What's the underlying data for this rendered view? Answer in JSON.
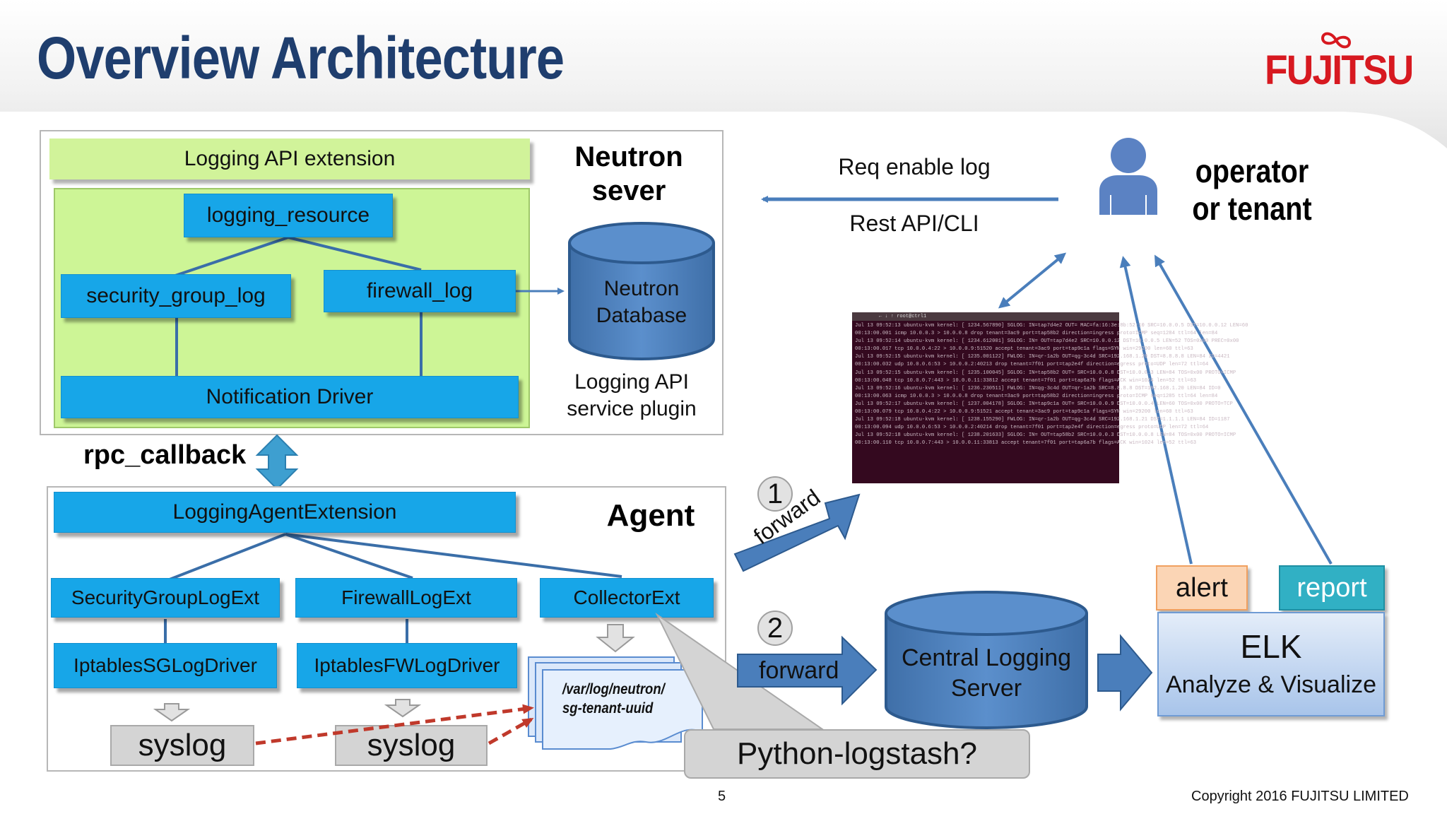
{
  "slide": {
    "title": "Overview Architecture",
    "brand": "FUJITSU",
    "page_number": "5",
    "copyright": "Copyright 2016 FUJITSU LIMITED"
  },
  "neutron_server": {
    "heading": "Neutron sever",
    "api_extension": "Logging API extension",
    "logging_resource": "logging_resource",
    "security_group_log": "security_group_log",
    "firewall_log": "firewall_log",
    "notification_driver": "Notification Driver",
    "database": "Neutron Database",
    "plugin_label": "Logging API service plugin"
  },
  "rpc_label": "rpc_callback",
  "agent": {
    "heading": "Agent",
    "extension": "LoggingAgentExtension",
    "sg_ext": "SecurityGroupLogExt",
    "fw_ext": "FirewallLogExt",
    "collector_ext": "CollectorExt",
    "sg_driver": "IptablesSGLogDriver",
    "fw_driver": "IptablesFWLogDriver",
    "syslog_1": "syslog",
    "syslog_2": "syslog",
    "file_path": "/var/log/neutron/ sg-tenant-uuid"
  },
  "request": {
    "label": "Req enable log",
    "method": "Rest API/CLI"
  },
  "user": {
    "label": "operator or tenant"
  },
  "flows": [
    {
      "number": "1",
      "label": "forward"
    },
    {
      "number": "2",
      "label": "forward"
    }
  ],
  "central_logging": "Central Logging Server",
  "elk": {
    "title": "ELK",
    "subtitle": "Analyze & Visualize",
    "alert": "alert",
    "report": "report"
  },
  "callout": "Python-logstash?",
  "terminal": {
    "title": "← ↓ ↑ root@ctrl1",
    "lines": [
      "Jul 13 09:52:13 ubuntu-kvm kernel: [ 1234.567890] SGLOG: IN=tap7d4e2 OUT= MAC=fa:16:3e:8b:52:10 SRC=10.0.0.5 DST=10.0.0.12 LEN=60",
      "00:13:00.001 icmp 10.0.0.3 > 10.0.0.8 drop tenant=3ac9 port=tap58b2 direction=ingress proto=ICMP seq=1284 ttl=64 len=84",
      "Jul 13 09:52:14 ubuntu-kvm kernel: [ 1234.612001] SGLOG: IN= OUT=tap7d4e2 SRC=10.0.0.12 DST=10.0.0.5 LEN=52 TOS=0x00 PREC=0x00",
      "00:13:00.017 tcp 10.0.0.4:22 > 10.0.0.9:51520 accept tenant=3ac9 port=tap9c1a flags=SYN win=29200 len=60 ttl=63",
      "Jul 13 09:52:15 ubuntu-kvm kernel: [ 1235.001122] FWLOG: IN=qr-1a2b OUT=qg-3c4d SRC=192.168.1.20 DST=8.8.8.8 LEN=84 ID=4421",
      "00:13:00.032 udp 10.0.0.6:53 > 10.0.0.2:40213 drop tenant=7f01 port=tap2e4f direction=egress proto=UDP len=72 ttl=64",
      "Jul 13 09:52:15 ubuntu-kvm kernel: [ 1235.100045] SGLOG: IN=tap58b2 OUT= SRC=10.0.0.8 DST=10.0.0.3 LEN=84 TOS=0x00 PROTO=ICMP",
      "00:13:00.048 tcp 10.0.0.7:443 > 10.0.0.11:33812 accept tenant=7f01 port=tap6a7b flags=ACK win=1024 len=52 ttl=63",
      "Jul 13 09:52:16 ubuntu-kvm kernel: [ 1236.230511] FWLOG: IN=qg-3c4d OUT=qr-1a2b SRC=8.8.8.8 DST=192.168.1.20 LEN=84 ID=0",
      "00:13:00.063 icmp 10.0.0.3 > 10.0.0.8 drop tenant=3ac9 port=tap58b2 direction=ingress proto=ICMP seq=1285 ttl=64 len=84",
      "Jul 13 09:52:17 ubuntu-kvm kernel: [ 1237.004178] SGLOG: IN=tap9c1a OUT= SRC=10.0.0.9 DST=10.0.0.4 LEN=60 TOS=0x00 PROTO=TCP",
      "00:13:00.079 tcp 10.0.0.4:22 > 10.0.0.9:51521 accept tenant=3ac9 port=tap9c1a flags=SYN win=29200 len=60 ttl=63",
      "Jul 13 09:52:18 ubuntu-kvm kernel: [ 1238.155290] FWLOG: IN=qr-1a2b OUT=qg-3c4d SRC=192.168.1.21 DST=1.1.1.1 LEN=84 ID=1187",
      "00:13:00.094 udp 10.0.0.6:53 > 10.0.0.2:40214 drop tenant=7f01 port=tap2e4f direction=egress proto=UDP len=72 ttl=64",
      "Jul 13 09:52:18 ubuntu-kvm kernel: [ 1238.201633] SGLOG: IN= OUT=tap58b2 SRC=10.0.0.3 DST=10.0.0.8 LEN=84 TOS=0x00 PROTO=ICMP",
      "00:13:00.110 tcp 10.0.0.7:443 > 10.0.0.11:33813 accept tenant=7f01 port=tap6a7b flags=ACK win=1024 len=52 ttl=63"
    ]
  },
  "colors": {
    "title": "#1f3e6e",
    "brand": "#d71920",
    "component_blue": "#17a6e8",
    "neutron_green": "#cdf596",
    "database_blue": "#4f81bd",
    "arrow_blue": "#4a7ebb",
    "alert_orange": "#fbd5b5",
    "report_teal": "#31b0c4",
    "elk_fill": "#c6d9f1",
    "syslog_red": "#c0392b"
  },
  "icons": {
    "user": "person-icon",
    "database": "cylinder-icon",
    "rpc": "double-arrow-icon"
  }
}
